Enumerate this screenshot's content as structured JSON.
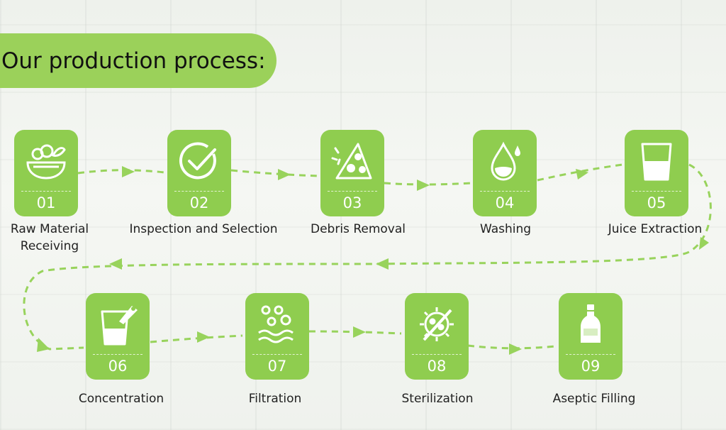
{
  "title": "Our production process:",
  "accent_color": "#8fcd4f",
  "steps": [
    {
      "number": "01",
      "label": "Raw Material Receiving",
      "icon": "vegetable-bowl-icon"
    },
    {
      "number": "02",
      "label": "Inspection and Selection",
      "icon": "checkmark-icon"
    },
    {
      "number": "03",
      "label": "Debris Removal",
      "icon": "debris-triangle-icon"
    },
    {
      "number": "04",
      "label": "Washing",
      "icon": "water-drop-icon"
    },
    {
      "number": "05",
      "label": "Juice Extraction",
      "icon": "juice-glass-icon"
    },
    {
      "number": "06",
      "label": "Concentration",
      "icon": "concentrate-glass-icon"
    },
    {
      "number": "07",
      "label": "Filtration",
      "icon": "bubbles-water-icon"
    },
    {
      "number": "08",
      "label": "Sterilization",
      "icon": "no-bacteria-icon"
    },
    {
      "number": "09",
      "label": "Aseptic Filling",
      "icon": "bottle-icon"
    }
  ]
}
